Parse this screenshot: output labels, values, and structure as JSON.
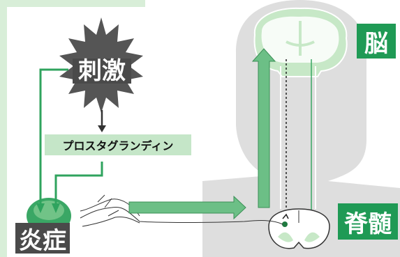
{
  "labels": {
    "stimulus": "刺激",
    "prostaglandin": "プロスタグランディン",
    "inflammation": "炎症",
    "brain": "脳",
    "spinal_cord": "脊髄"
  },
  "colors": {
    "green_dark": "#1f9a55",
    "green_mid": "#3aa765",
    "green_light": "#c5e6c8",
    "arrow_fill": "#6cbf86",
    "gray_head": "#d6d6d6",
    "starburst": "#4a4a4a"
  }
}
